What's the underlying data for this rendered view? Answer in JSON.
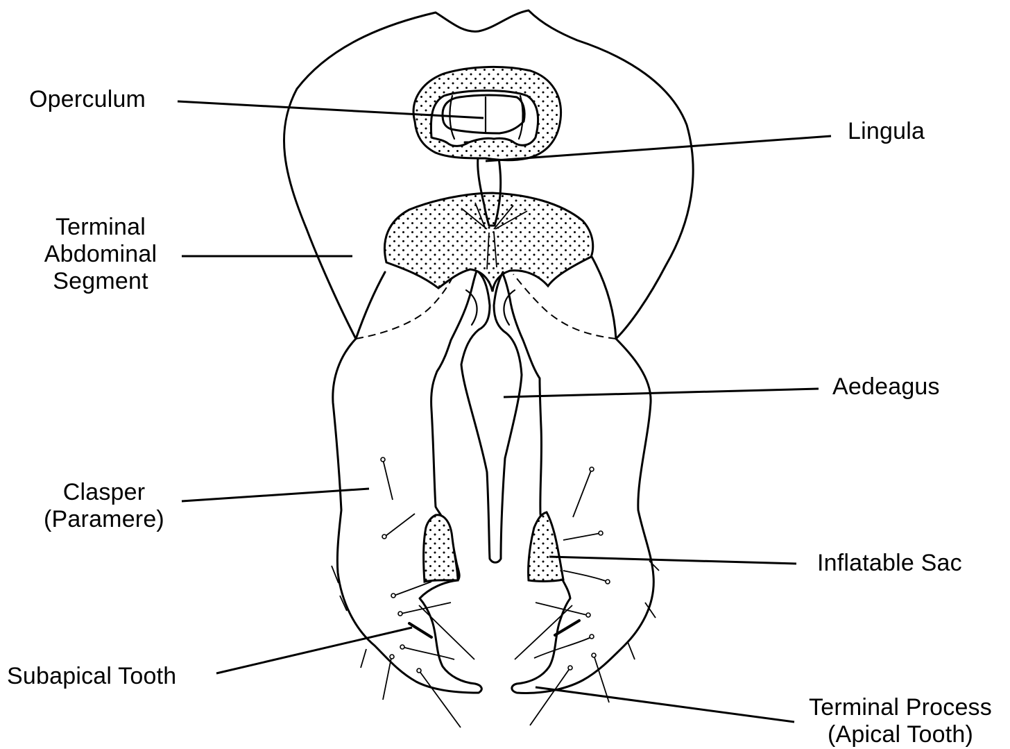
{
  "labels": {
    "operculum": "Operculum",
    "lingula": "Lingula",
    "terminal_segment": [
      "Terminal",
      "Abdominal",
      "Segment"
    ],
    "aedeagus": "Aedeagus",
    "clasper": [
      "Clasper",
      "(Paramere)"
    ],
    "inflatable_sac": "Inflatable Sac",
    "subapical_tooth": "Subapical Tooth",
    "terminal_process": [
      "Terminal Process",
      "(Apical Tooth)"
    ]
  },
  "colors": {
    "ink": "#000000",
    "paper": "#ffffff"
  }
}
